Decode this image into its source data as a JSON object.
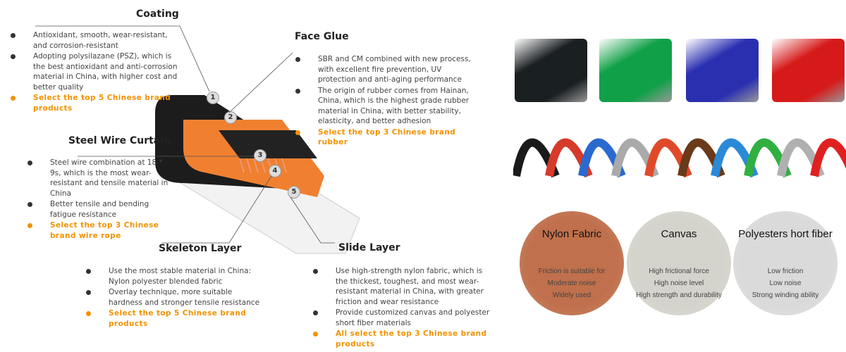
{
  "sections": {
    "coating": {
      "title": "Coating",
      "items": [
        "Antioxidant, smooth, wear-resistant, and corrosion-resistant",
        "Adopting polysilazane (PSZ), which is the best antioxidant and anti-corrosion material in China, with higher cost and better quality"
      ],
      "highlight": "Select the top 5 Chinese brand products"
    },
    "face_glue": {
      "title": "Face Glue",
      "items": [
        "SBR and CM combined with new process, with excellent fire prevention, UV protection and anti-aging performance",
        "The origin of rubber comes from Hainan, China, which is the highest grade rubber material in China, with better stability, elasticity, and better adhesion"
      ],
      "highlight": "Select the top 3 Chinese brand rubber"
    },
    "steel_wire": {
      "title": "Steel Wire Curtain",
      "items": [
        "Steel wire combination at 18 * 9s, which is the most wear-resistant and tensile material in China",
        "Better tensile and bending fatigue resistance"
      ],
      "highlight": "Select the top 3 Chinese brand wire rope"
    },
    "skeleton": {
      "title": "Skeleton Layer",
      "items": [
        "Use the most stable material in China: Nylon polyester blended fabric",
        "Overlay technique, more suitable hardness and stronger tensile resistance"
      ],
      "highlight": "Select the top 5 Chinese brand products"
    },
    "slide": {
      "title": "Slide Layer",
      "items": [
        "Use high-strength nylon fabric, which is the thickest, toughest, and most wear-resistant material in China, with greater friction and wear resistance",
        "Provide customized canvas and polyester short fiber materials"
      ],
      "highlight": "All select the top 3 Chinese brand products"
    }
  },
  "layer_numbers": [
    "1",
    "2",
    "3",
    "4",
    "5"
  ],
  "color_swatches": [
    "#1a1f22",
    "#10a048",
    "#2a2fb0",
    "#d61a1a"
  ],
  "arc_colors": [
    "#1a1a1a",
    "#d63a2a",
    "#2a6ad0",
    "#aaaaaa",
    "#e04a2a",
    "#6a3a1a",
    "#2a8ad8",
    "#30b040",
    "#b0b0b0",
    "#e02020"
  ],
  "fabrics": [
    {
      "title": "Nylon Fabric",
      "lines": [
        "Friction is suitable for",
        "Moderate noise",
        "Widely used"
      ],
      "color": "#c0704c"
    },
    {
      "title": "Canvas",
      "lines": [
        "High frictional force",
        "High noise level",
        "High strength and durability"
      ],
      "color": "#d4d4cc"
    },
    {
      "title": "Polyesters hort fiber",
      "lines": [
        "Low friction",
        "Low noise",
        "Strong winding ability"
      ],
      "color": "#dadada"
    }
  ]
}
